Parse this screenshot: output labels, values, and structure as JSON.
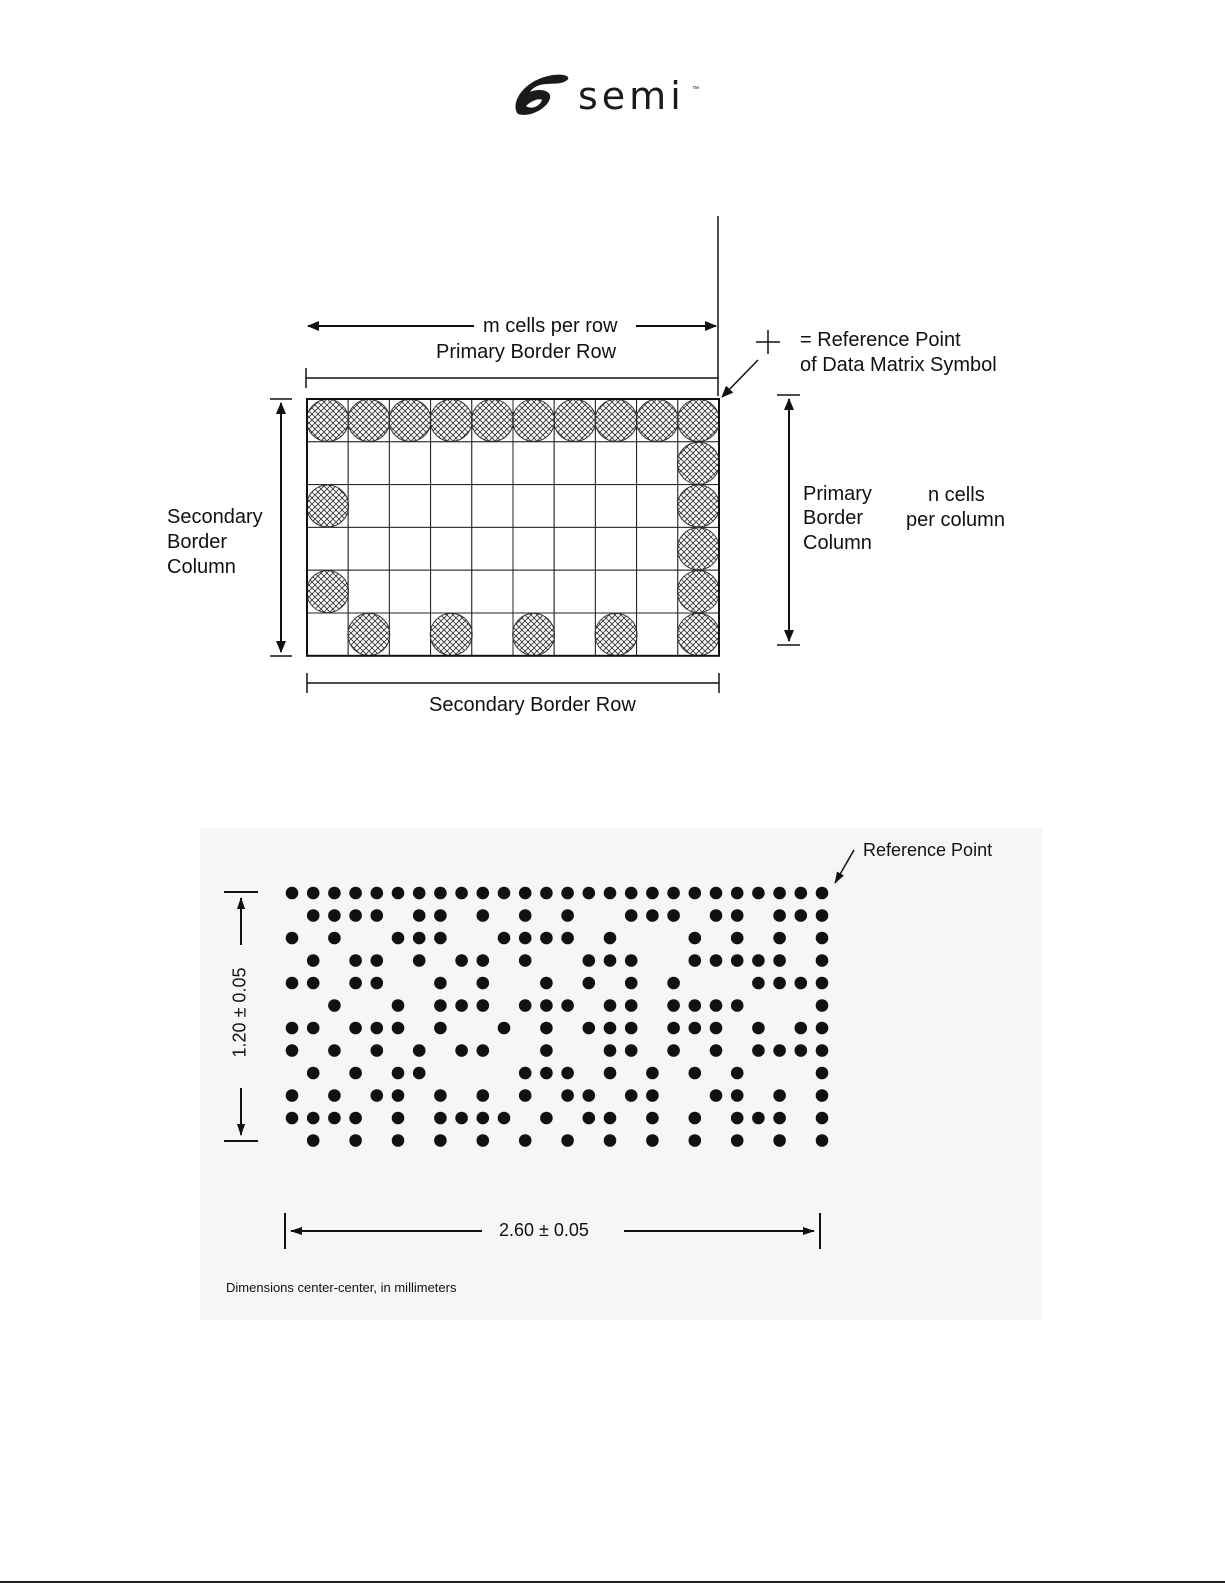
{
  "logo": {
    "text": "semi",
    "trademark": "™"
  },
  "figure1": {
    "m_label": "m cells per row",
    "primary_row": "Primary Border Row",
    "ref_line1": "= Reference Point",
    "ref_line2": "of Data Matrix Symbol",
    "secondary_col": [
      "Secondary",
      "Border",
      "Column"
    ],
    "primary_col": [
      "Primary",
      "Border",
      "Column"
    ],
    "n_label": [
      "n cells",
      "per column"
    ],
    "secondary_row": "Secondary Border Row",
    "columns": 10,
    "rows": 6
  },
  "figure2": {
    "reference_point": "Reference Point",
    "height_dim": "1.20 ± 0.05",
    "width_dim": "2.60 ± 0.05",
    "note": "Dimensions center-center, in millimeters"
  }
}
